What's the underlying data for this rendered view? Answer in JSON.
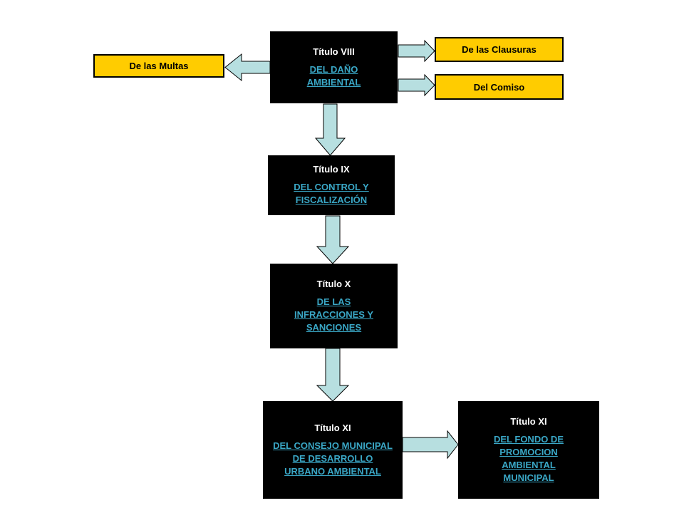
{
  "colors": {
    "box_fill": "#000000",
    "title_text": "#ffffff",
    "link_text": "#3aa7c6",
    "side_box_fill": "#ffcc00",
    "arrow_fill": "#b7dfe0"
  },
  "nodes": {
    "t8": {
      "title": "Título VIII",
      "link": "DEL DAÑO AMBIENTAL"
    },
    "t9": {
      "title": "Título IX",
      "link": "DEL CONTROL Y FISCALIZACIÓN"
    },
    "t10": {
      "title": "Título X",
      "link": "DE LAS INFRACCIONES Y SANCIONES"
    },
    "t11a": {
      "title": "Título XI",
      "link": "DEL CONSEJO MUNICIPAL DE DESARROLLO URBANO AMBIENTAL"
    },
    "t11b": {
      "title": "Título XI",
      "link": "DEL FONDO DE PROMOCION AMBIENTAL MUNICIPAL"
    }
  },
  "side": {
    "multas": "De las Multas",
    "clausuras": "De las Clausuras",
    "comiso": "Del Comiso"
  }
}
